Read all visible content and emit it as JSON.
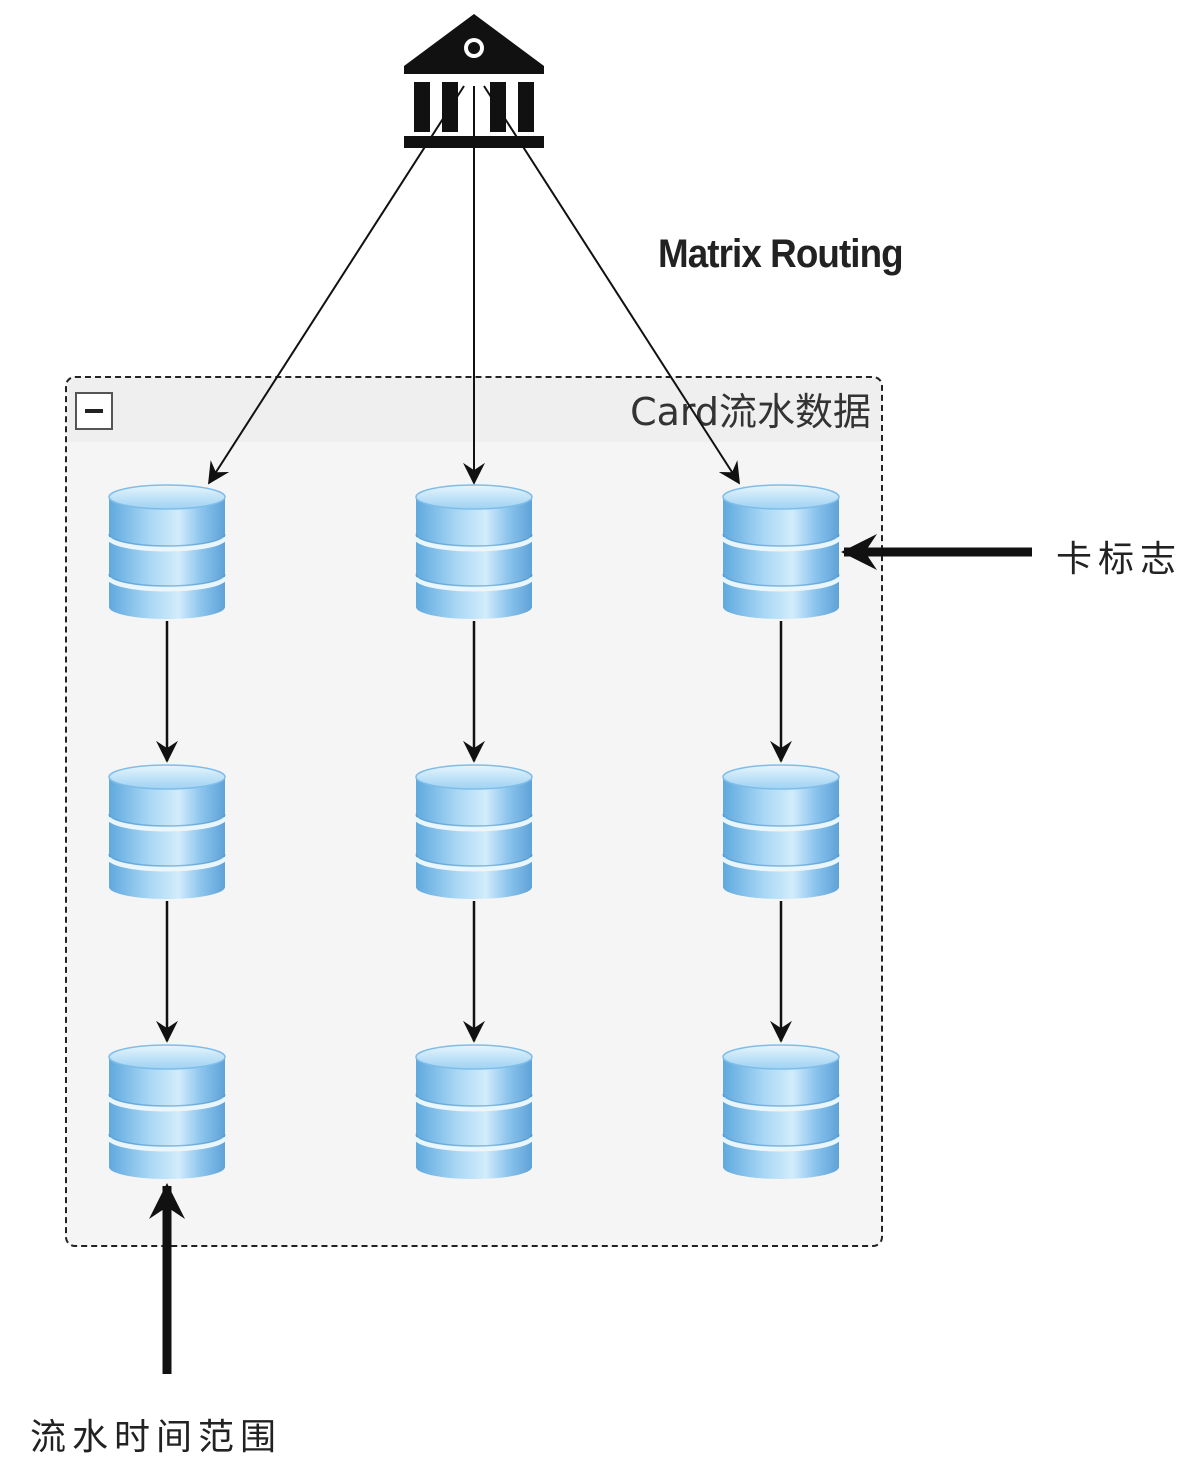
{
  "diagram": {
    "source_icon": "bank-icon",
    "routing_label": "Matrix Routing",
    "group": {
      "title": "Card流水数据",
      "collapse_icon": "minus-icon"
    },
    "side_labels": {
      "card_flag": "卡标志",
      "time_range": "流水时间范围"
    },
    "node_icon": "database-icon",
    "columns": 3,
    "rows": 3,
    "colors": {
      "db_fill": "#8cc8ee",
      "db_light": "#cbe8fa",
      "db_dark": "#5aa5dc",
      "stroke": "#111111",
      "group_border": "#222222",
      "group_fill": "#f5f5f5"
    }
  }
}
